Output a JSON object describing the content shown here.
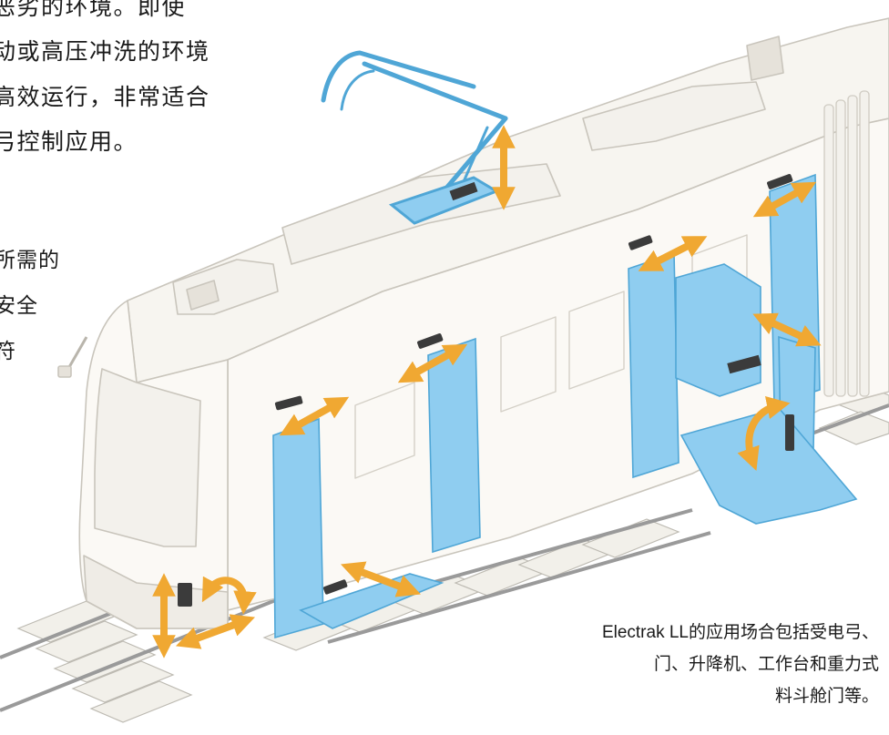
{
  "intro_text": [
    "恶劣的环境。即使",
    "动或高压冲洗的环境",
    "高效运行，非常适合",
    "弓控制应用。"
  ],
  "side_text": [
    "所需的",
    "安全",
    "符"
  ],
  "caption": [
    "Electrak LL的应用场合包括受电弓、",
    "门、升降机、工作台和重力式",
    "料斗舱门等。"
  ],
  "colors": {
    "background": "#ffffff",
    "train_body": "#fbf9f5",
    "train_outline": "#c9c5bc",
    "actuator_blue": "#8fcdf0",
    "actuator_blue_dark": "#4fa6d6",
    "motion_arrow": "#f0a832",
    "actuator_dark": "#3b3b3b",
    "track_rail": "#9a9a9a",
    "sleeper": "#f2f0ea"
  },
  "icons": [
    "double-headed-motion-arrow",
    "curved-rotation-arrow",
    "linear-actuator"
  ]
}
